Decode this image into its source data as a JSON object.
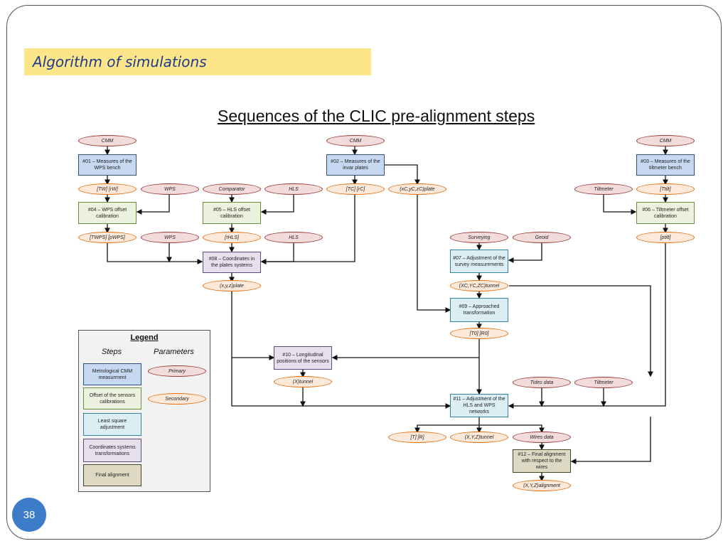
{
  "slide": {
    "title": "Algorithm of simulations",
    "subtitle": "Sequences of the CLIC pre-alignment steps",
    "page_number": "38"
  },
  "steps": {
    "s01": "#01 – Measures of the WPS bench",
    "s02": "#02 – Measures of the invar plates",
    "s03": "#03 – Measures of the tiltmeter bench",
    "s04": "#04 – WPS offset calibration",
    "s05": "#05 – HLS offset calibration",
    "s06": "#06 – Tiltmeter offset calibration",
    "s07": "#07 – Adjustment of the survey measurements",
    "s08": "#08 – Coordinates in the plates systems",
    "s09": "#09 – Approached transformation",
    "s10": "#10 – Longitudinal positions of the sensors",
    "s11": "#11 – Adjustment of the HLS and WPS networks",
    "s12": "#12 – Final alignment with respect to the wires"
  },
  "primary": {
    "cmm": "CMM",
    "wps": "WPS",
    "comparator": "Comparator",
    "hls": "HLS",
    "tiltmeter": "Tiltmeter",
    "surveying": "Surveying",
    "geoid": "Geoid",
    "tides": "Tides data",
    "wires": "Wires data"
  },
  "secondary": {
    "p01": "[TW] [rW]",
    "p02a": "[TC] [rC]",
    "p02b": "(xC,yC,zC)plate",
    "p03": "[Ttilt]",
    "p04": "[TWPS] [pWPS]",
    "p05": "[τHLS]",
    "p06": "[ptilt]",
    "p07": "(XC,YC,ZC)tunnel",
    "p08": "(x,y,z)plate",
    "p09": "[T0] [R0]",
    "p10": "(X)tunnel",
    "p11a": "[T] [R]",
    "p11b": "(X,Y,Z)tunnel",
    "p12": "(X,Y,Z)alignment"
  },
  "legend": {
    "title": "Legend",
    "steps_heading": "Steps",
    "params_heading": "Parameters",
    "metro": "Metrological CMM measurment",
    "offset": "Offset of the sensors calibrations",
    "lsq": "Least square adjustment",
    "coord": "Coordinates systems transformations",
    "final": "Final alignment",
    "primary": "Primary",
    "secondary": "Secondary"
  },
  "colors": {
    "title_bg": "#fde68a",
    "title_text": "#1f3a8a",
    "metro": "#c6d9f1",
    "offset": "#ebf1de",
    "lsq": "#dbeef4",
    "coord": "#e5e0ec",
    "final": "#ddd9c3",
    "primary": "#f2dcdb",
    "secondary": "#fde9d9",
    "page_badge": "#3d7cc9"
  }
}
